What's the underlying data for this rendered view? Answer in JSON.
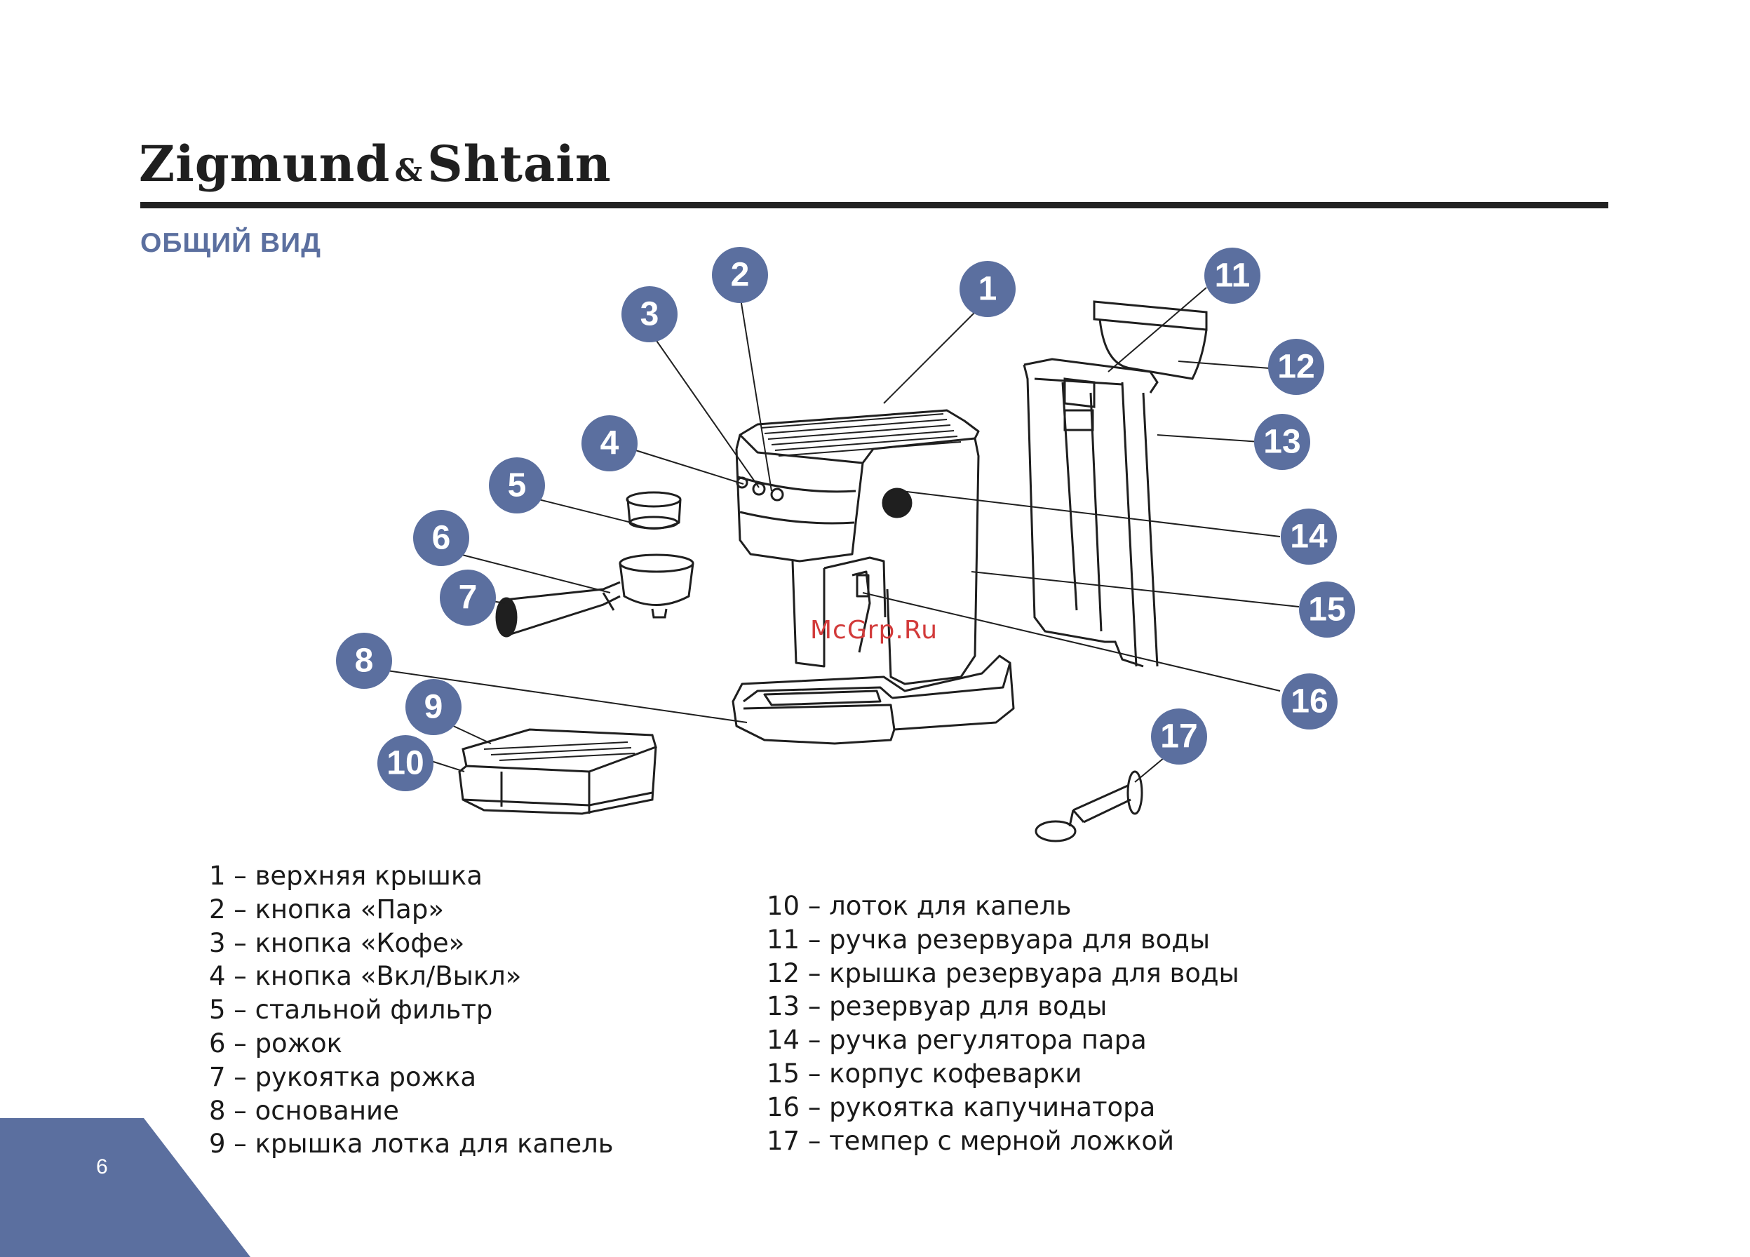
{
  "brand": {
    "name_left": "Zigmund",
    "ampersand": "&",
    "name_right": "Shtain"
  },
  "section_title": "ОБЩИЙ ВИД",
  "watermark": "McGrp.Ru",
  "colors": {
    "accent": "#5b6f9f",
    "callout": "#5b6f9f",
    "rule": "#222222",
    "watermark": "#d23a3a"
  },
  "callouts": [
    "1",
    "2",
    "3",
    "4",
    "5",
    "6",
    "7",
    "8",
    "9",
    "10",
    "11",
    "12",
    "13",
    "14",
    "15",
    "16",
    "17"
  ],
  "legend_left": [
    "1 – верхняя крышка",
    "2 – кнопка «Пар»",
    "3 – кнопка «Кофе»",
    "4 – кнопка «Вкл/Выкл»",
    "5 – стальной фильтр",
    "6 – рожок",
    "7 – рукоятка рожка",
    "8 – основание",
    "9 – крышка лотка для капель"
  ],
  "legend_right": [
    "10 – лоток для капель",
    "11 – ручка резервуара для воды",
    "12 – крышка резервуара для воды",
    "13 – резервуар для воды",
    "14 – ручка регулятора пара",
    "15 – корпус кофеварки",
    "16 – рукоятка капучинатора",
    "17 – темпер с мерной ложкой"
  ],
  "page_number": "6"
}
